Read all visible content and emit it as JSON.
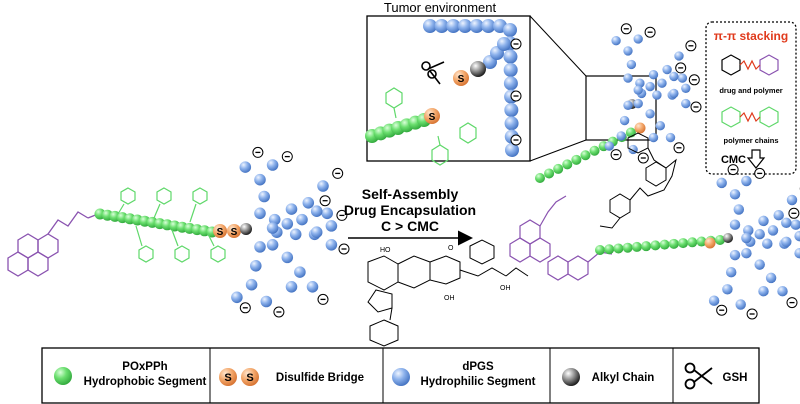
{
  "inset": {
    "title": "Tumor environment",
    "sulfur_label": "S"
  },
  "stacking_box": {
    "title": "π-π stacking",
    "caption_1": "drug and polymer",
    "caption_2": "polymer chains",
    "cmc_label": "CMC"
  },
  "arrow": {
    "line1": "Self-Assembly",
    "line2": "Drug Encapsulation",
    "line3": "C > CMC"
  },
  "left_polymer": {
    "sulfur_1": "S",
    "sulfur_2": "S",
    "charge": "⊖"
  },
  "legend": {
    "green_line1": "POxPPh",
    "green_line2": "Hydrophobic Segment",
    "disulfide_s1": "S",
    "disulfide_s2": "S",
    "disulfide_label": "Disulfide Bridge",
    "blue_line1": "dPGS",
    "blue_line2": "Hydrophilic Segment",
    "alkyl_label": "Alkyl Chain",
    "gsh_label": "GSH"
  },
  "colors": {
    "green": "#5fd86a",
    "orange": "#f0a36a",
    "blue": "#7fa7e6",
    "purple": "#8a53b0",
    "red": "#e03a1c"
  }
}
